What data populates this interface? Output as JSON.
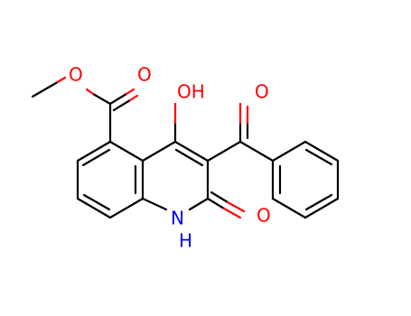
{
  "molecule": {
    "atoms": {
      "ester_o": "O",
      "carbonyl_o_ester": "O",
      "hydroxyl": "OH",
      "benzoyl_o": "O",
      "lactam_o": "O",
      "nh": "N",
      "nh_h": "H"
    },
    "colors": {
      "bond": "#000000",
      "oxygen": "#ff0000",
      "nitrogen": "#0000ff",
      "background": "#ffffff"
    }
  }
}
